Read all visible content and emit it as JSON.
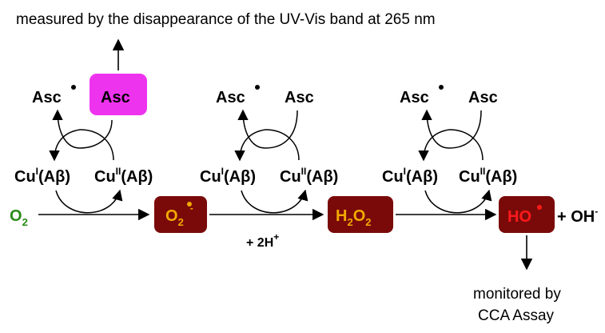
{
  "top_caption": "measured by the disappearance of the UV-Vis band at 265 nm",
  "bottom_caption": {
    "line1": "monitored by",
    "line2": "CCA Assay"
  },
  "cycles": [
    {
      "asc_radical": "Asc",
      "asc": "Asc",
      "cu1": {
        "base": "Cu",
        "ox": "I",
        "ligand": "(Aβ)"
      },
      "cu2": {
        "base": "Cu",
        "ox": "II",
        "ligand": "(Aβ)"
      },
      "asc_highlighted": true
    },
    {
      "asc_radical": "Asc",
      "asc": "Asc",
      "cu1": {
        "base": "Cu",
        "ox": "I",
        "ligand": "(Aβ)"
      },
      "cu2": {
        "base": "Cu",
        "ox": "II",
        "ligand": "(Aβ)"
      },
      "asc_highlighted": false
    },
    {
      "asc_radical": "Asc",
      "asc": "Asc",
      "cu1": {
        "base": "Cu",
        "ox": "I",
        "ligand": "(Aβ)"
      },
      "cu2": {
        "base": "Cu",
        "ox": "II",
        "ligand": "(Aβ)"
      },
      "asc_highlighted": false
    }
  ],
  "species": {
    "o2": {
      "base": "O",
      "sub": "2"
    },
    "superoxide": {
      "base": "O",
      "sub": "2",
      "sup": "-"
    },
    "h2o2": {
      "h": "H",
      "sub1": "2",
      "o": "O",
      "sub2": "2"
    },
    "hydroxyl": {
      "base": "HO"
    },
    "hydroxide": "+ OH",
    "hydroxide_sup": "-"
  },
  "proton_label": "+ 2H",
  "proton_sup": "+",
  "colors": {
    "o2_green": "#2a8a1a",
    "box_dark_red": "#7a0a0a",
    "orange_text": "#f2a900",
    "red_text": "#ff1a1a",
    "magenta": "#ee33ee"
  }
}
